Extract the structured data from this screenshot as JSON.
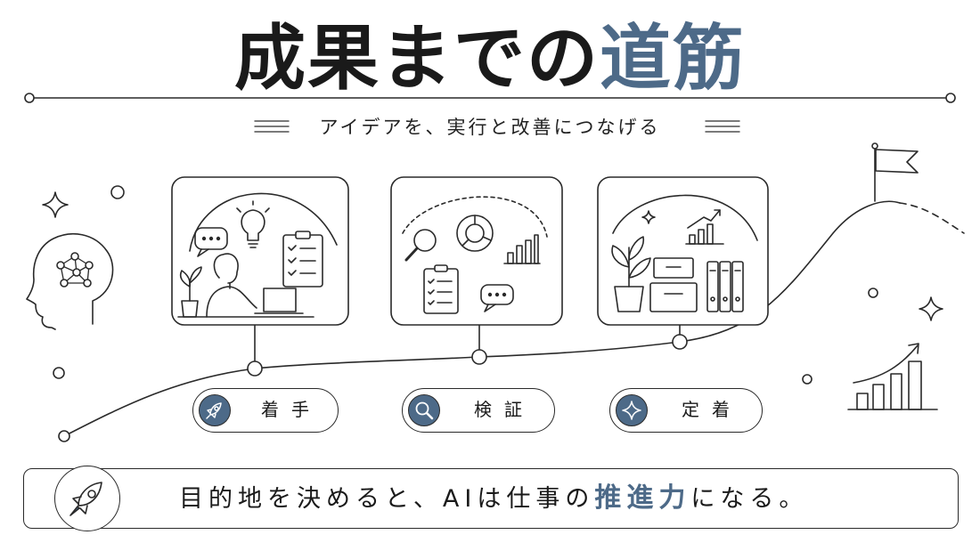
{
  "title": {
    "main": "成果までの",
    "accent": "道筋"
  },
  "subtitle": "アイデアを、実行と改善につなげる",
  "stages": [
    {
      "label": "着手",
      "icon": "rocket-icon"
    },
    {
      "label": "検証",
      "icon": "magnifier-icon"
    },
    {
      "label": "定着",
      "icon": "sparkle-icon"
    }
  ],
  "banner": {
    "prefix": "目的地を決めると、AIは仕事の",
    "highlight": "推進力",
    "suffix": "になる。",
    "icon": "rocket-icon"
  },
  "colors": {
    "accent": "#4d6a88",
    "ink": "#1a1a1a",
    "background": "#ffffff"
  }
}
